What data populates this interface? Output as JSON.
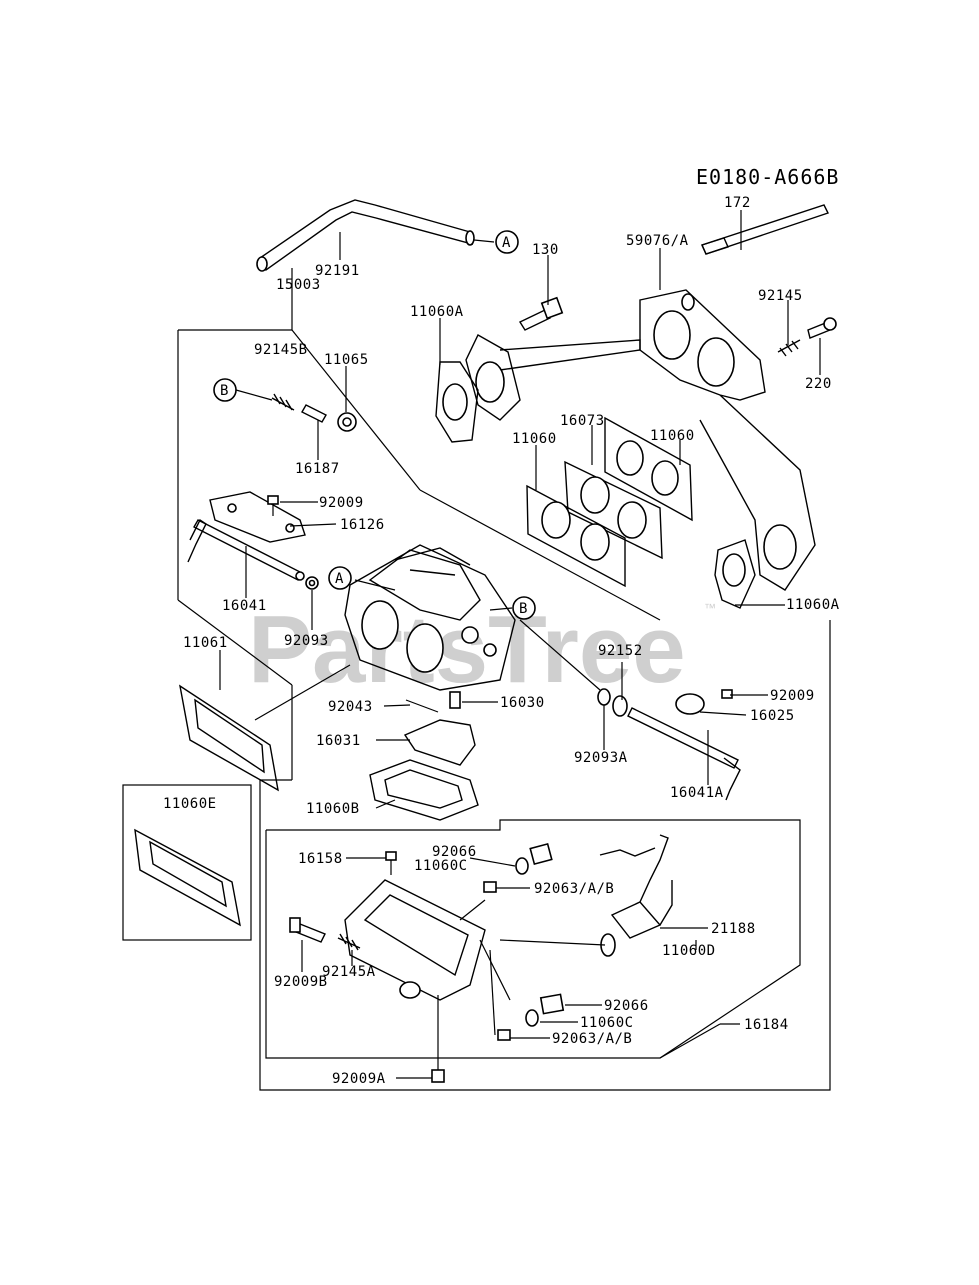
{
  "diagram_code": "E0180-A666B",
  "watermark": "PartsTree",
  "watermark_tm": "™",
  "callouts": {
    "a": "A",
    "b": "B"
  },
  "labels": {
    "p172": "172",
    "p92191": "92191",
    "p15003": "15003",
    "p130": "130",
    "p59076A": "59076/A",
    "p92145": "92145",
    "p11060A_top": "11060A",
    "p220": "220",
    "p92145B": "92145B",
    "p11065": "11065",
    "p16187": "16187",
    "p16073": "16073",
    "p11060_right": "11060",
    "p11060_left": "11060",
    "p92009_top": "92009",
    "p16126": "16126",
    "p16041": "16041",
    "p92093": "92093",
    "p11060A_bottom": "11060A",
    "p11061": "11061",
    "p92152": "92152",
    "p92009_right": "92009",
    "p16025": "16025",
    "p92043": "92043",
    "p16030": "16030",
    "p16031": "16031",
    "p92093A": "92093A",
    "p16041A": "16041A",
    "p11060B": "11060B",
    "p11060E": "11060E",
    "p16158": "16158",
    "p92066_top": "92066",
    "p11060C_top": "11060C",
    "p92063AB_top": "92063/A/B",
    "p21188": "21188",
    "p11060D": "11060D",
    "p92009B": "92009B",
    "p92145A": "92145A",
    "p92066_bottom": "92066",
    "p11060C_bottom": "11060C",
    "p16184": "16184",
    "p92063AB_bottom": "92063/A/B",
    "p92009A": "92009A"
  }
}
